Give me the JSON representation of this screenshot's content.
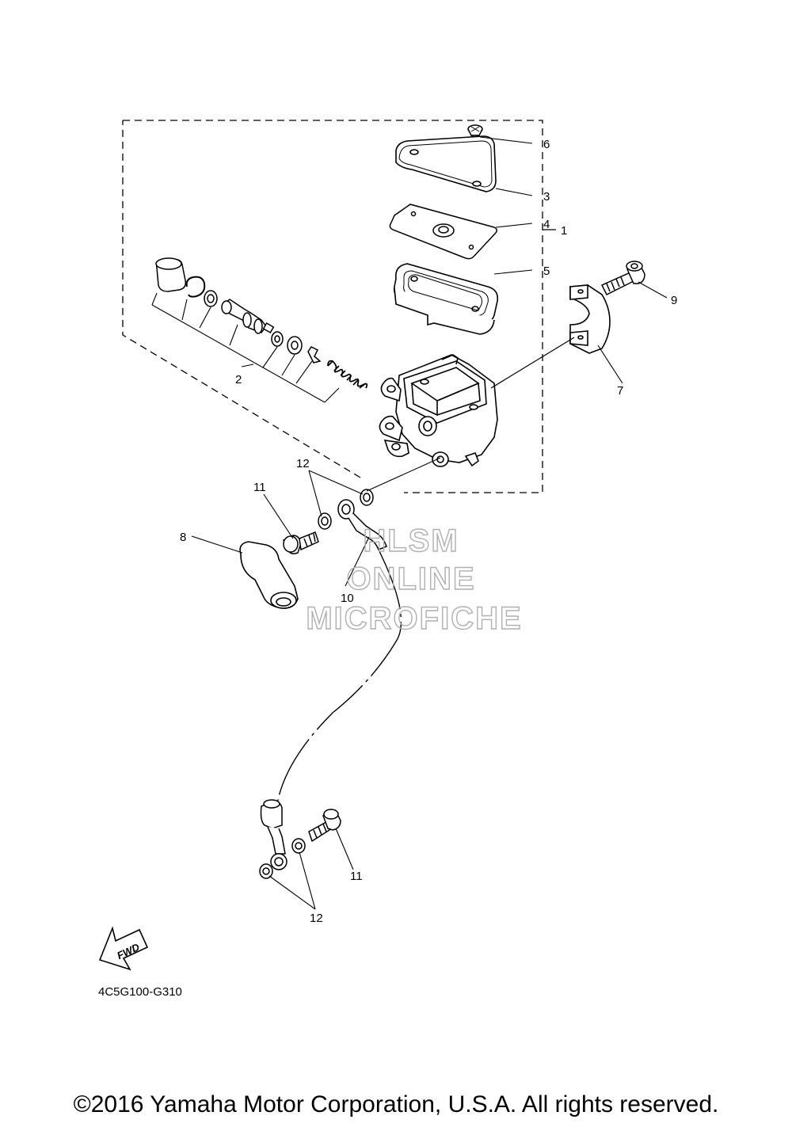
{
  "diagram": {
    "callouts": {
      "c1": "1",
      "c2": "2",
      "c3": "3",
      "c4": "4",
      "c5": "5",
      "c6": "6",
      "c7": "7",
      "c8": "8",
      "c9": "9",
      "c10": "10",
      "c11a": "11",
      "c11b": "11",
      "c12a": "12",
      "c12b": "12"
    },
    "fwd_label": "FWD",
    "diagram_code": "4C5G100-G310"
  },
  "watermark": {
    "line1": "HLSM",
    "line2": "ONLINE",
    "line3": "MICROFICHE"
  },
  "footer": {
    "copyright": "©2016 Yamaha Motor Corporation, U.S.A. All rights reserved."
  }
}
